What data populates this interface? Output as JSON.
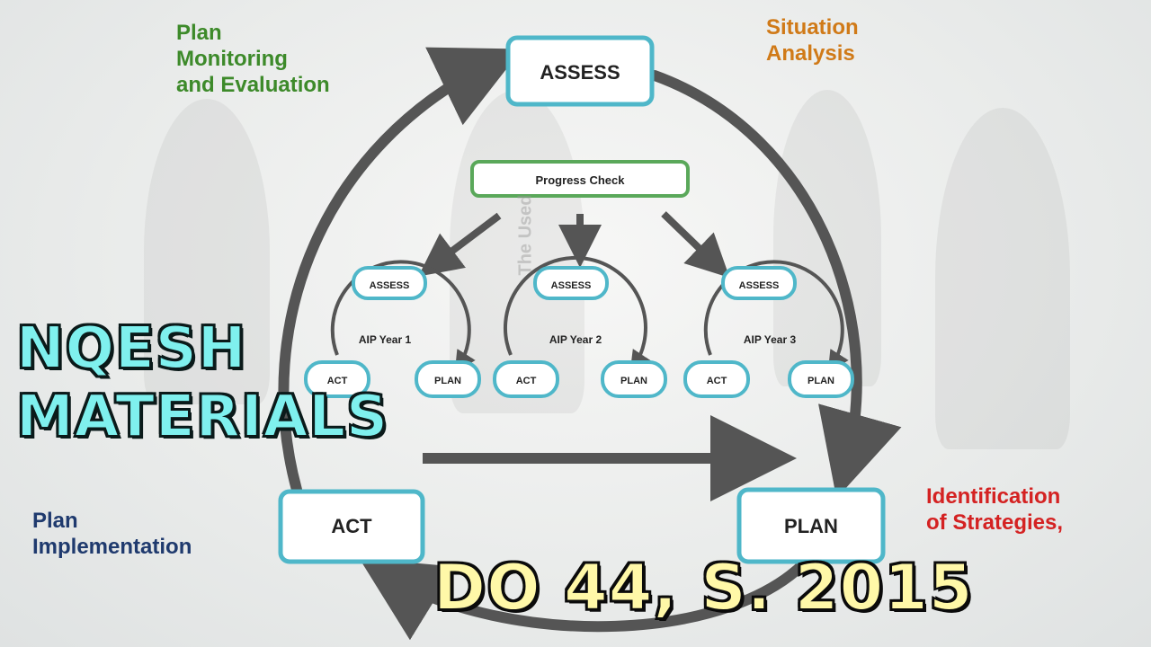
{
  "title": "NQESH\nMATERIALS",
  "subtitle": "DO 44, S. 2015",
  "corner_labels": {
    "top_left": "Plan\nMonitoring\nand Evaluation",
    "top_right": "Situation\nAnalysis",
    "bottom_left": "Plan\nImplementation",
    "bottom_right": "Identification\nof Strategies,"
  },
  "diagram": {
    "main_assess": "ASSESS",
    "main_plan": "PLAN",
    "main_act": "ACT",
    "progress_check": "Progress Check",
    "aip_cycles": [
      {
        "assess": "ASSESS",
        "label": "AIP Year 1",
        "act": "ACT",
        "plan": "PLAN"
      },
      {
        "assess": "ASSESS",
        "label": "AIP Year 2",
        "act": "ACT",
        "plan": "PLAN"
      },
      {
        "assess": "ASSESS",
        "label": "AIP Year 3",
        "act": "ACT",
        "plan": "PLAN"
      }
    ]
  },
  "watermark": "The Used",
  "colors": {
    "box_border": "#4fb7c9",
    "box_border_green": "#5aa85a",
    "arrow": "#555555",
    "top_left_text": "#3d8a2a",
    "top_right_text": "#d07a18",
    "bottom_left_text": "#1f3a6e",
    "bottom_right_text": "#d42222",
    "title_fill": "#7ff0ee",
    "subtitle_fill": "#fff8a8"
  }
}
